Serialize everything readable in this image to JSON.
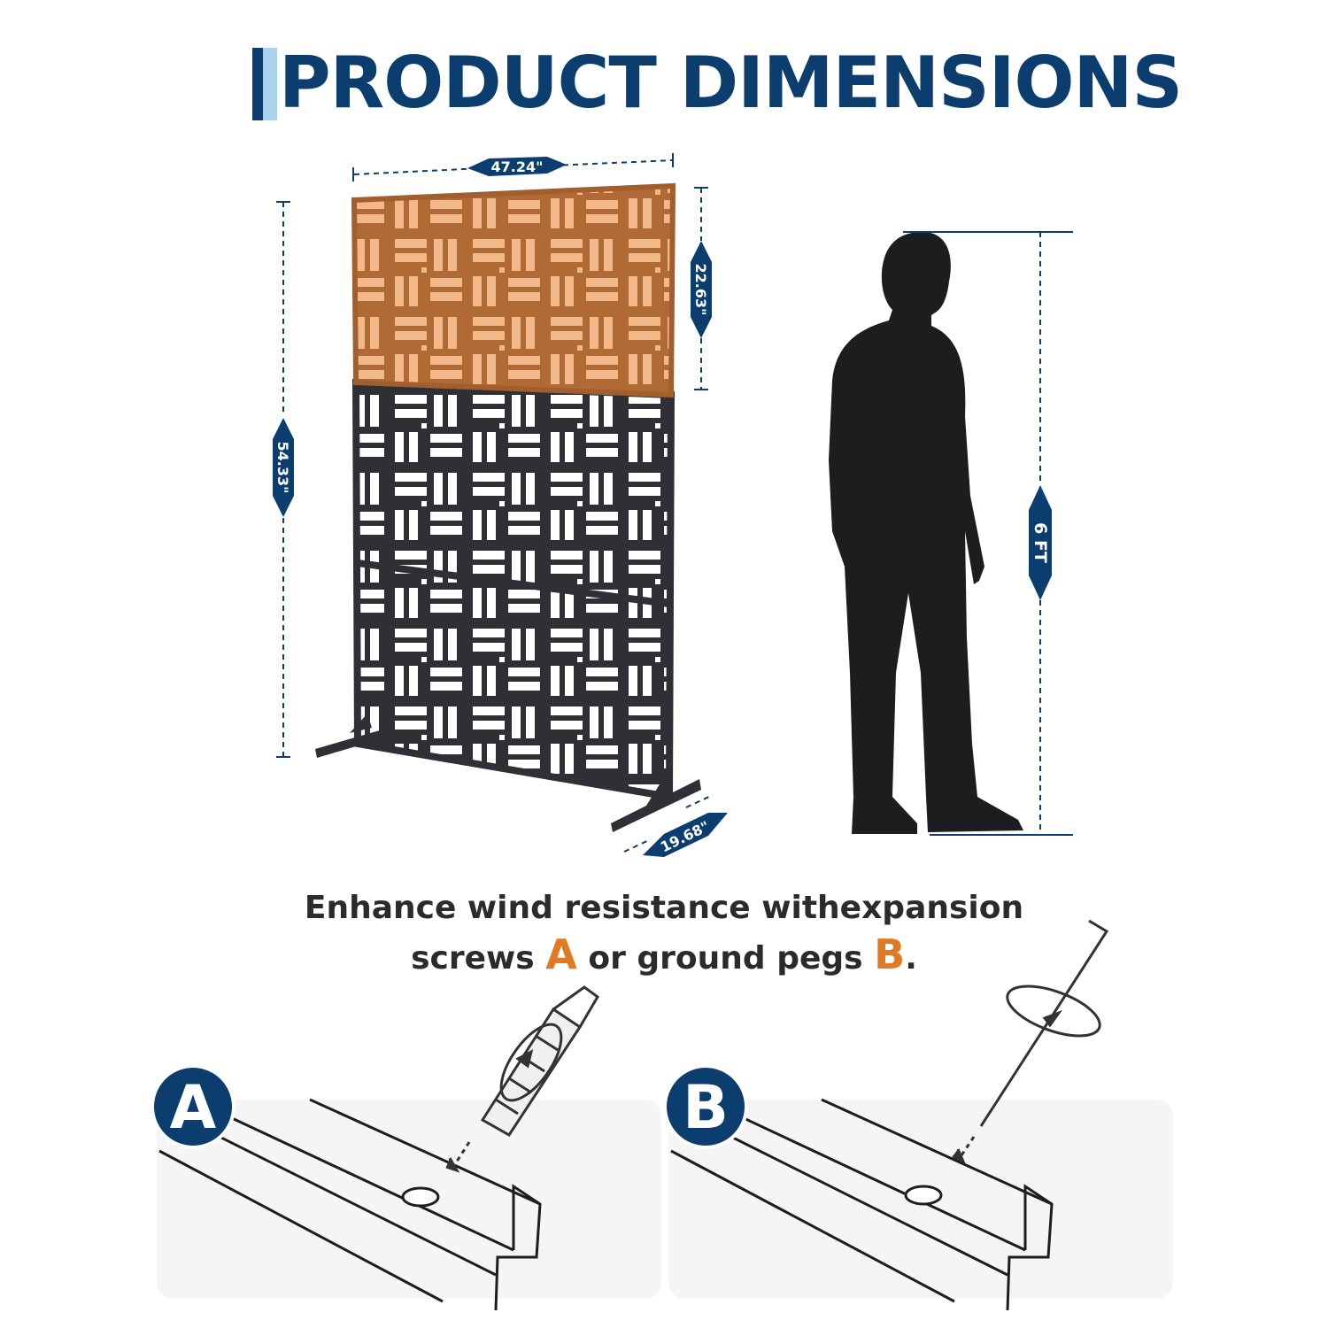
{
  "title": {
    "text": "PRODUCT DIMENSIONS",
    "accent_color": "#0b3d6e",
    "bar_light_color": "#a9d4ef"
  },
  "dimensions": {
    "width": "47.24\"",
    "total_height": "54.33\"",
    "panel_height": "22.63\"",
    "base_depth": "19.68\"",
    "person_height": "6 FT"
  },
  "caption": {
    "line1": "Enhance wind resistance withexpansion",
    "line2_pre": "screws ",
    "label_a": "A",
    "line2_mid": " or ground pegs ",
    "label_b": "B",
    "line2_post": ".",
    "accent_color": "#e07b24"
  },
  "details": {
    "a_badge": "A",
    "b_badge": "B",
    "a_part": "expansion-screw-icon",
    "b_part": "ground-peg-icon"
  },
  "colors": {
    "panel_copper": "#b06a35",
    "panel_light": "#f2b88a",
    "panel_dark": "#2e3035",
    "silhouette": "#1c1d1f"
  }
}
